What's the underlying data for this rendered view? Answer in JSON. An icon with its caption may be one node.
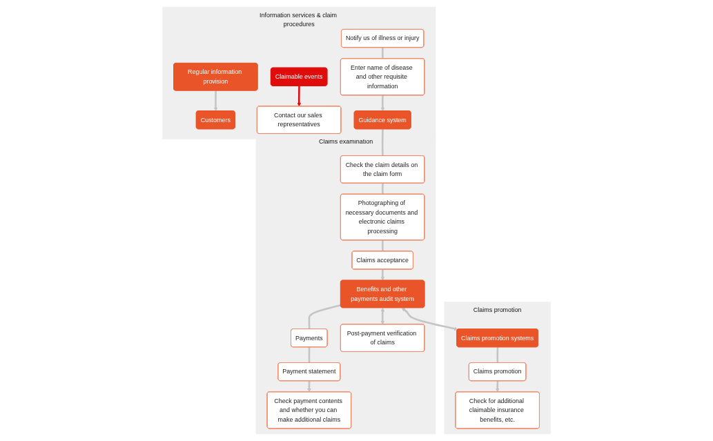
{
  "diagram": {
    "nodes": [
      {
        "text": [
          "Information services & claim procedures"
        ]
      },
      {
        "text": [
          "Customers"
        ],
        "in": 0
      },
      {
        "text": [
          "Claimable events"
        ],
        "in": 0
      },
      {
        "text": [
          "Contact our sales representatives"
        ],
        "in": 0
      },
      {
        "text": [
          "Notify us of illness or injury"
        ],
        "in": 0
      },
      {
        "text": [
          "Regular information provision"
        ],
        "in": 0
      },
      {
        "text": [
          "Enter name of disease and other requisite information"
        ],
        "in": 0
      },
      {
        "text": [
          "Guidance system"
        ],
        "in": 0
      },
      {
        "text": [
          "Claims examination"
        ]
      },
      {
        "text": [
          "Check the claim details on the claim form"
        ],
        "in": 8
      },
      {
        "text": [
          "Photographing of necessary documents and electronic claims processing"
        ],
        "in": 8
      },
      {
        "text": [
          "Check payment contents and whether you can make additional claims"
        ],
        "in": 8
      },
      {
        "text": [
          "Claims acceptance"
        ],
        "in": 8
      },
      {
        "text": [
          "Payment statement"
        ],
        "in": 8
      },
      {
        "text": [
          "Payments"
        ],
        "in": 8
      },
      {
        "text": [
          "Benefits and other payments audit system"
        ],
        "in": 8
      },
      {
        "text": [
          "Post-payment verification of claims"
        ],
        "in": 8
      },
      {
        "text": [
          "Claims promotion"
        ]
      },
      {
        "text": [
          "Check for additional claimable insurance benefits, etc."
        ],
        "in": 17
      },
      {
        "text": [
          "Claims promotion"
        ],
        "in": 17
      },
      {
        "text": [
          "Claims promotion systems"
        ],
        "in": 17
      }
    ],
    "edges": [
      {
        "from": 2,
        "to": 3,
        "arrow": "to",
        "color": "#e00c0c"
      },
      {
        "from": 5,
        "to": 1,
        "arrow": "to"
      },
      {
        "from": 4,
        "to": 6,
        "arrow": "none"
      },
      {
        "from": 6,
        "to": 7,
        "arrow": "to"
      },
      {
        "from": 7,
        "to": 9,
        "arrow": "none"
      },
      {
        "from": 9,
        "to": 10,
        "arrow": "none"
      },
      {
        "from": 10,
        "to": 12,
        "arrow": "none"
      },
      {
        "from": 12,
        "to": 15,
        "arrow": "to"
      },
      {
        "from": 15,
        "to": 14,
        "arrow": "none"
      },
      {
        "from": 14,
        "to": 13,
        "arrow": "none"
      },
      {
        "from": 13,
        "to": 11,
        "arrow": "to"
      },
      {
        "from": 15,
        "to": 20,
        "arrow": "both"
      },
      {
        "from": 15,
        "to": 16,
        "arrow": "both"
      },
      {
        "from": 20,
        "to": 19,
        "arrow": "none"
      },
      {
        "from": 19,
        "to": 18,
        "arrow": "to"
      }
    ]
  }
}
